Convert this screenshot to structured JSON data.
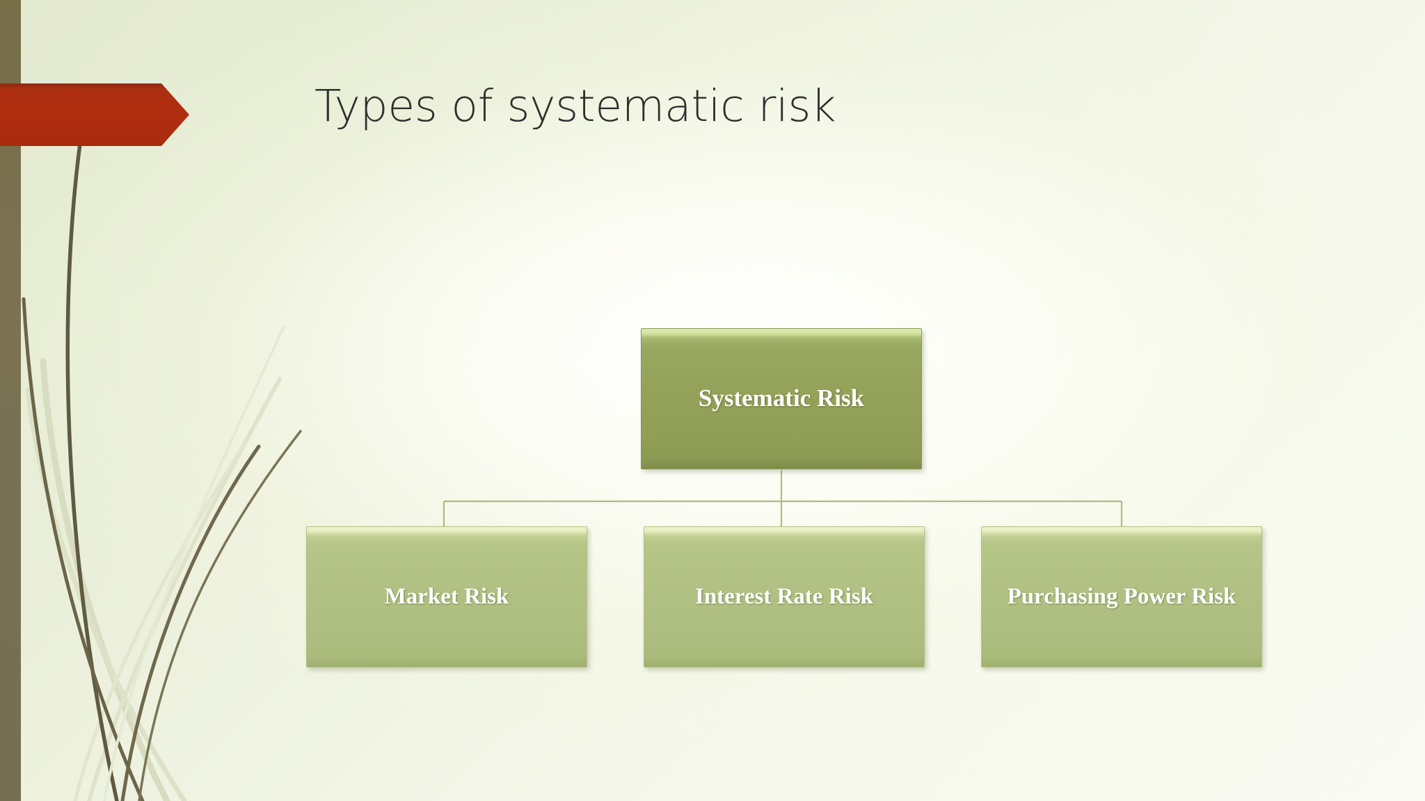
{
  "slide": {
    "title": "Types of systematic risk",
    "theme": {
      "background_light": "#f8fbf0",
      "background_tint": "#e4ead0",
      "left_bar_color": "#776f50",
      "banner_color": "#af2d10",
      "accent_green_dark": "#93a159",
      "accent_green_light": "#b1c083",
      "connector_color": "#aebb7d",
      "title_color": "#2f2f2e",
      "node_text_color": "#ffffff"
    }
  },
  "banner": {
    "name": "title-accent-arrow"
  },
  "chart_data": {
    "type": "diagram",
    "diagram_kind": "organization-chart",
    "title": "Types of systematic risk",
    "root": {
      "id": "systematic-risk",
      "label": "Systematic Risk",
      "level": 0
    },
    "children": [
      {
        "id": "market-risk",
        "label": "Market Risk",
        "level": 1,
        "parent": "systematic-risk"
      },
      {
        "id": "interest-rate-risk",
        "label": "Interest Rate Risk",
        "level": 1,
        "parent": "systematic-risk"
      },
      {
        "id": "purchasing-power-risk",
        "label": "Purchasing Power Risk",
        "level": 1,
        "parent": "systematic-risk"
      }
    ],
    "edges": [
      {
        "from": "systematic-risk",
        "to": "market-risk"
      },
      {
        "from": "systematic-risk",
        "to": "interest-rate-risk"
      },
      {
        "from": "systematic-risk",
        "to": "purchasing-power-risk"
      }
    ],
    "node_count": 4,
    "edge_count": 3,
    "levels": 2
  },
  "decoration": {
    "left_bar": "vertical-olive-bar",
    "grass": "curved-grass-stems"
  }
}
